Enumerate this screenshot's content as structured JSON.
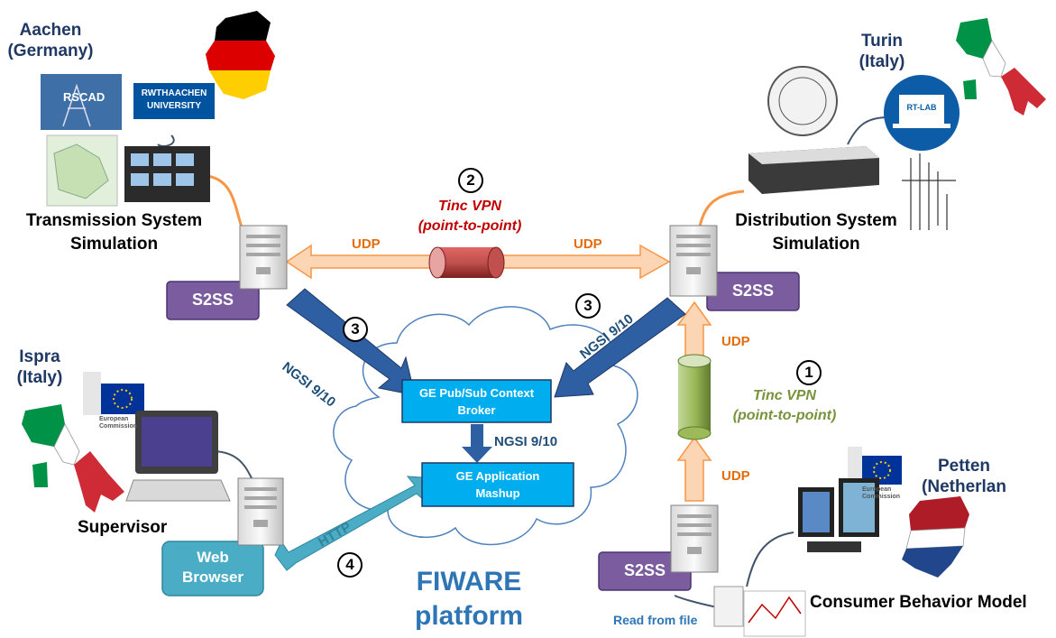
{
  "sites": {
    "aachen": "Aachen\n(Germany)",
    "turin": "Turin\n(Italy)",
    "ispra": "Ispra\n(Italy)",
    "petten": "Petten\n(Netherlan"
  },
  "labels": {
    "transmission": "Transmission System\nSimulation",
    "distribution": "Distribution System\nSimulation",
    "supervisor": "Supervisor",
    "consumer": "Consumer Behavior Model",
    "read_from_file": "Read from file",
    "fiware": "FIWARE\nplatform"
  },
  "boxes": {
    "s2ss_left": "S2SS",
    "s2ss_right": "S2SS",
    "s2ss_bottom": "S2SS",
    "web_browser": "Web\nBrowser",
    "ge_broker": "GE Pub/Sub Context\nBroker",
    "ge_mashup": "GE Application\nMashup"
  },
  "links": {
    "udp_left": "UDP",
    "udp_right": "UDP",
    "udp_upper": "UDP",
    "udp_lower": "UDP",
    "vpn_top": "Tinc VPN\n(point-to-point)",
    "vpn_right": "Tinc VPN\n(point-to-point)",
    "ngsi_left": "NGSI 9/10",
    "ngsi_right": "NGSI 9/10",
    "ngsi_mid": "NGSI 9/10",
    "http": "HTTP"
  },
  "steps": {
    "s1": "1",
    "s2": "2",
    "s3a": "3",
    "s3b": "3",
    "s4": "4"
  },
  "logos": {
    "rscad": "RSCAD",
    "rwth": "RWTHAACHEN\nUNIVERSITY",
    "rtlab": "RT-LAB",
    "eu_commission": "European\nCommission"
  },
  "colors": {
    "city": "#1f3864",
    "udp_arrow": "#f9c9a0",
    "udp_text": "#e46c0a",
    "vpn_red": "#c00000",
    "vpn_green": "#77933c",
    "s2ss": "#7b5c9e",
    "ge_box": "#00aeef",
    "ngsi_arrow": "#2e5fa3",
    "http_arrow": "#4bacc6",
    "web_browser": "#4bacc6",
    "fiware": "#2e75b6"
  }
}
